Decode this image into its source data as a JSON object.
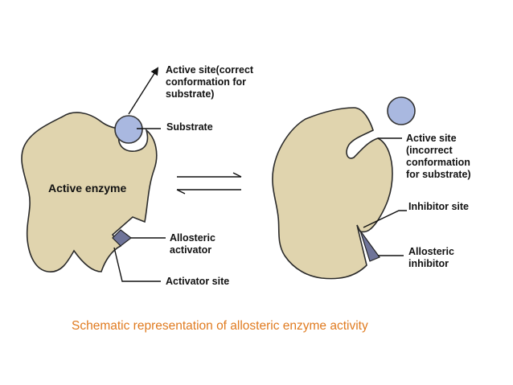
{
  "colors": {
    "enzyme_fill": "#e0d4ae",
    "substrate_fill": "#a9b8e0",
    "effector_fill": "#6f7499",
    "caption_color": "#e07b20",
    "outline": "#2a2a2a"
  },
  "left_panel": {
    "enzyme_label": "Active enzyme",
    "active_site_label": [
      "Active site(correct",
      "conformation for",
      "substrate)"
    ],
    "substrate_label": "Substrate",
    "activator_label": [
      "Allosteric",
      "activator"
    ],
    "activator_site_label": "Activator site"
  },
  "right_panel": {
    "active_site_label": [
      "Active site",
      "(incorrect",
      "conformation",
      "for substrate)"
    ],
    "inhibitor_site_label": "Inhibitor site",
    "inhibitor_label": [
      "Allosteric",
      "inhibitor"
    ]
  },
  "equilibrium_icon": "reversible-arrows",
  "caption": "Schematic representation of allosteric enzyme activity"
}
